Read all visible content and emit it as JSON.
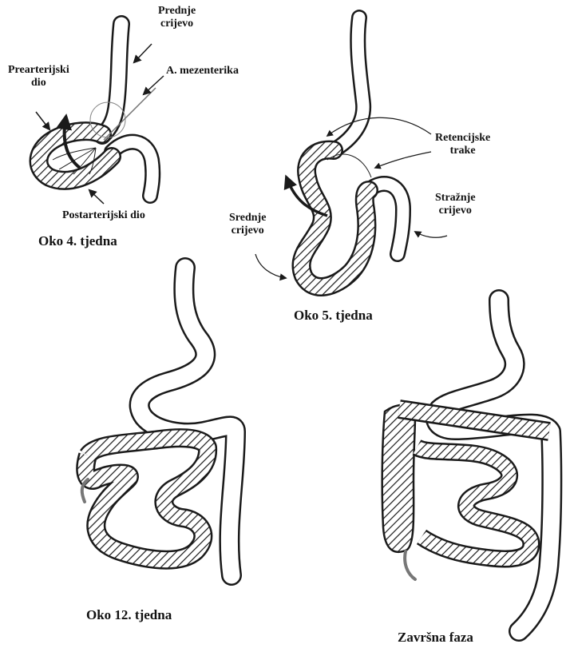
{
  "panel_week4": {
    "caption": "Oko 4. tjedna",
    "label_foregut": "Prednje\ncrijevo",
    "label_artery": "A. mezenterika",
    "label_prearterial": "Prearterijski\ndio",
    "label_postarterial": "Postarterijski dio"
  },
  "panel_week5": {
    "caption": "Oko 5. tjedna",
    "label_retention": "Retencijske\ntrake",
    "label_hindgut": "Stražnje\ncrijevo",
    "label_midgut": "Srednje\ncrijevo"
  },
  "panel_week12": {
    "caption": "Oko 12. tjedna"
  },
  "panel_final": {
    "caption": "Završna faza"
  },
  "colors": {
    "stroke": "#1a1a1a",
    "hatch": "#1a1a1a",
    "background": "#ffffff"
  }
}
